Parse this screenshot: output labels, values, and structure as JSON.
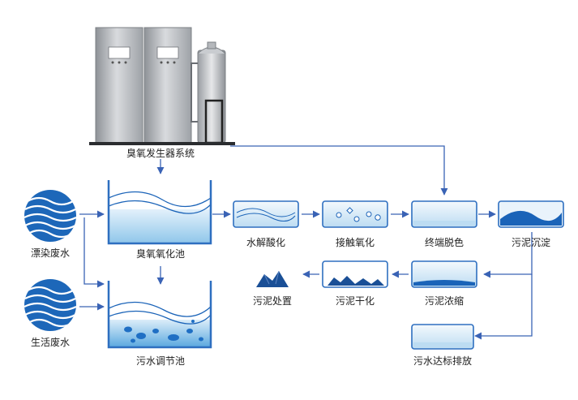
{
  "labels": {
    "ozone_system": "臭氧发生器系统",
    "dye_wastewater": "漂染废水",
    "domestic_wastewater": "生活废水",
    "ozone_oxidation_tank": "臭氧氧化池",
    "equalization_tank": "污水调节池",
    "hydrolysis_acidification": "水解酸化",
    "contact_oxidation": "接触氧化",
    "final_decolorization": "终端脱色",
    "sludge_settling": "污泥沉淀",
    "sludge_thickening": "污泥浓缩",
    "sludge_drying": "污泥干化",
    "sludge_disposal": "污泥处置",
    "discharge_to_standard": "污水达标排放"
  },
  "colors": {
    "flow_arrow": "#3a63b5",
    "water_blue": "#1a63b8",
    "tank_outline": "#2e6fc0",
    "machine_gray": "#b9bcc0"
  }
}
